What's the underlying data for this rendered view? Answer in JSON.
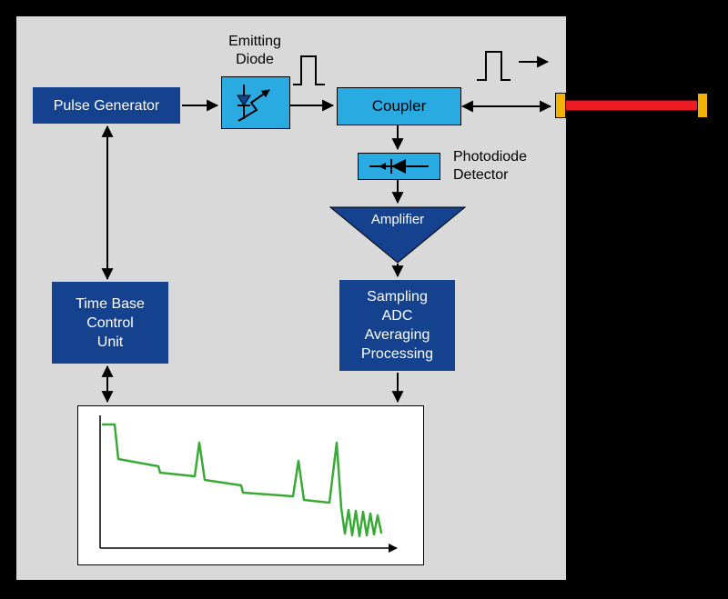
{
  "colors": {
    "background": "#000000",
    "panel_bg": "#d9d9d9",
    "node_dark_blue": "#14428f",
    "node_cyan": "#29abe2",
    "fiber_red": "#ed1c24",
    "connector_yellow": "#f2b200",
    "trace_green": "#39aa35",
    "line_black": "#000000",
    "plot_bg": "#ffffff"
  },
  "nodes": {
    "pulse_generator": "Pulse Generator",
    "emitting_diode": "Emitting\nDiode",
    "coupler": "Coupler",
    "photodiode_detector": "Photodiode\nDetector",
    "amplifier": "Amplifier",
    "sampling_adc": "Sampling\nADC\nAveraging\nProcessing",
    "time_base": "Time Base\nControl\nUnit"
  },
  "trace": {
    "type": "line",
    "description": "OTDR backscatter trace: decaying level with reflection spikes and end noise",
    "color": "#39aa35",
    "points": [
      [
        27,
        20
      ],
      [
        40,
        20
      ],
      [
        44,
        58
      ],
      [
        88,
        66
      ],
      [
        90,
        73
      ],
      [
        128,
        77
      ],
      [
        133,
        40
      ],
      [
        139,
        81
      ],
      [
        179,
        87
      ],
      [
        181,
        95
      ],
      [
        236,
        99
      ],
      [
        242,
        60
      ],
      [
        248,
        103
      ],
      [
        276,
        106
      ],
      [
        284,
        40
      ],
      [
        289,
        112
      ],
      [
        293,
        140
      ],
      [
        297,
        114
      ],
      [
        301,
        142
      ],
      [
        305,
        115
      ],
      [
        309,
        143
      ],
      [
        313,
        116
      ],
      [
        317,
        142
      ],
      [
        321,
        118
      ],
      [
        325,
        141
      ],
      [
        329,
        120
      ],
      [
        333,
        139
      ]
    ]
  }
}
